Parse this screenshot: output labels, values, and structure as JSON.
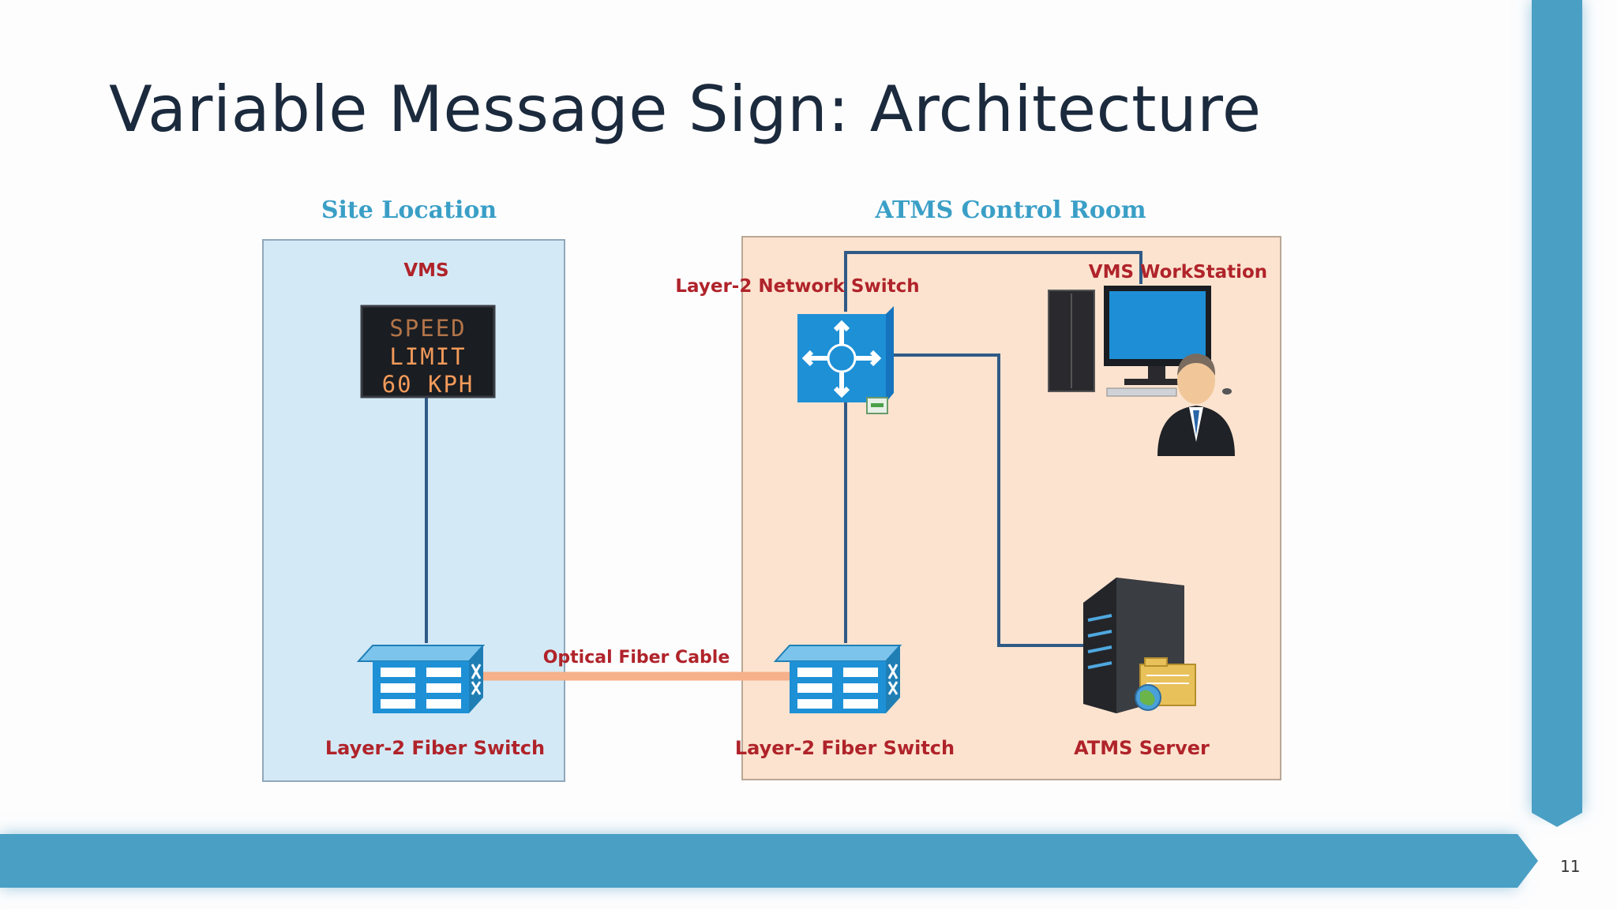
{
  "slide": {
    "title": "Variable Message Sign: Architecture",
    "page_number": "11"
  },
  "diagram": {
    "site_location": {
      "heading": "Site Location",
      "vms_label": "VMS",
      "sign_lines": [
        "SPEED",
        "LIMIT",
        "60 KPH"
      ],
      "fiber_switch_label": "Layer-2 Fiber Switch"
    },
    "control_room": {
      "heading": "ATMS Control Room",
      "network_switch_label": "Layer-2 Network Switch",
      "workstation_label": "VMS WorkStation",
      "fiber_switch_label": "Layer-2 Fiber Switch",
      "server_label": "ATMS Server"
    },
    "link_label": "Optical Fiber Cable"
  },
  "colors": {
    "accent_bar": "#4a9fc4",
    "site_box_fill": "#d4e9f6",
    "control_box_fill": "#fce3cf",
    "label_red": "#b0232a",
    "heading_blue": "#3a9fc6",
    "fiber_cable": "#f6b08a",
    "wire": "#2f5a86"
  }
}
